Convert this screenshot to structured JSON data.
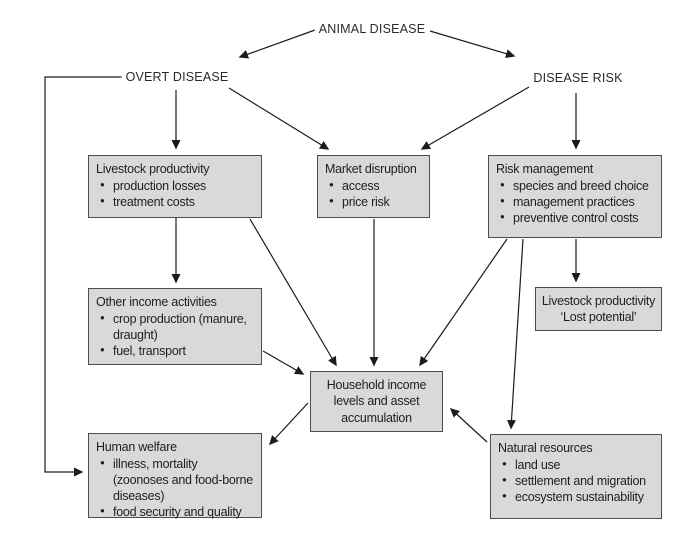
{
  "diagram": {
    "root_label": "ANIMAL DISEASE",
    "left_branch_label": "OVERT DISEASE",
    "right_branch_label": "DISEASE RISK",
    "boxes": {
      "livestock_productivity": {
        "title": "Livestock productivity",
        "bullets": [
          "production losses",
          "treatment costs"
        ]
      },
      "market_disruption": {
        "title": "Market disruption",
        "bullets": [
          "access",
          "price risk"
        ]
      },
      "risk_management": {
        "title": "Risk management",
        "bullets": [
          "species and breed choice",
          "management practices",
          "preventive control costs"
        ]
      },
      "other_income_activities": {
        "title": "Other income activities",
        "bullets": [
          "crop production (manure, draught)",
          "fuel, transport"
        ]
      },
      "lost_potential": {
        "text": "Livestock productivity ‘Lost potential’"
      },
      "household_income": {
        "text": "Household income levels and asset accumulation"
      },
      "human_welfare": {
        "title": "Human welfare",
        "bullets": [
          "illness, mortality (zoonoses and food-borne diseases)",
          "food security and quality"
        ]
      },
      "natural_resources": {
        "title": "Natural resources",
        "bullets": [
          "land use",
          "settlement and migration",
          "ecosystem sustainability"
        ]
      }
    },
    "colors": {
      "box_fill": "#d9d9d9",
      "box_border": "#4d4d4d",
      "arrow": "#1c1c1c",
      "background": "#ffffff"
    }
  }
}
